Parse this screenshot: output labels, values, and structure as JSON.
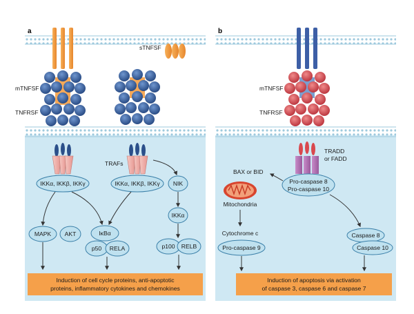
{
  "panels": {
    "a": {
      "letter": "a",
      "labels": {
        "soluble_ligand": "sTNFSF",
        "membrane_ligand": "mTNFSF",
        "receptor": "TNFRSF",
        "adaptors": "TRAFs"
      },
      "nodes": {
        "ikk_complex_1": "IKKα, IKKβ, IKKγ",
        "ikk_complex_2": "IKKα, IKKβ, IKKγ",
        "nik": "NIK",
        "ikka": "IKKα",
        "mapk": "MAPK",
        "akt": "AKT",
        "ikba": "IκBα",
        "p50": "p50",
        "rela": "RELA",
        "p100": "p100",
        "relb": "RELB"
      },
      "outcome": {
        "line1": "Induction of cell cycle proteins, anti-apoptotic",
        "line2": "proteins, inflammatory cytokines and chemokines"
      }
    },
    "b": {
      "letter": "b",
      "labels": {
        "membrane_ligand": "mTNFSF",
        "receptor": "TNFRSF",
        "adaptor_line1": "TRADD",
        "adaptor_line2": "or FADD"
      },
      "nodes": {
        "bax_bid": "BAX or BID",
        "procaspase8_line1": "Pro-caspase 8",
        "procaspase8_line2": "Pro-caspase 10",
        "mitochondria": "Mitochondria",
        "cytochrome": "Cytochrome c",
        "procaspase9": "Pro-caspase 9",
        "caspase8": "Caspase 8",
        "caspase10": "Caspase 10"
      },
      "outcome": {
        "line1": "Induction of apoptosis via activation",
        "line2": "of caspase 3, caspase 6 and caspase 7"
      }
    }
  },
  "colors": {
    "cytoplasm": "#cfe8f3",
    "membrane_dot": "#9ec9dd",
    "bubble_fill": "#bfe1ef",
    "bubble_stroke": "#3a7fa8",
    "ligand_orange": "#f39a3c",
    "receptor_blue_dark": "#2b4f8a",
    "receptor_blue_light": "#5a86c2",
    "receptor_red": "#d9484e",
    "ligand_blue": "#3d5fa6",
    "traf_pink": "#f2b8b3",
    "tradd_purple": "#b06fb2",
    "outcome_fill": "#f5a04a",
    "arrow": "#333333",
    "mito_outer": "#d8452f"
  }
}
